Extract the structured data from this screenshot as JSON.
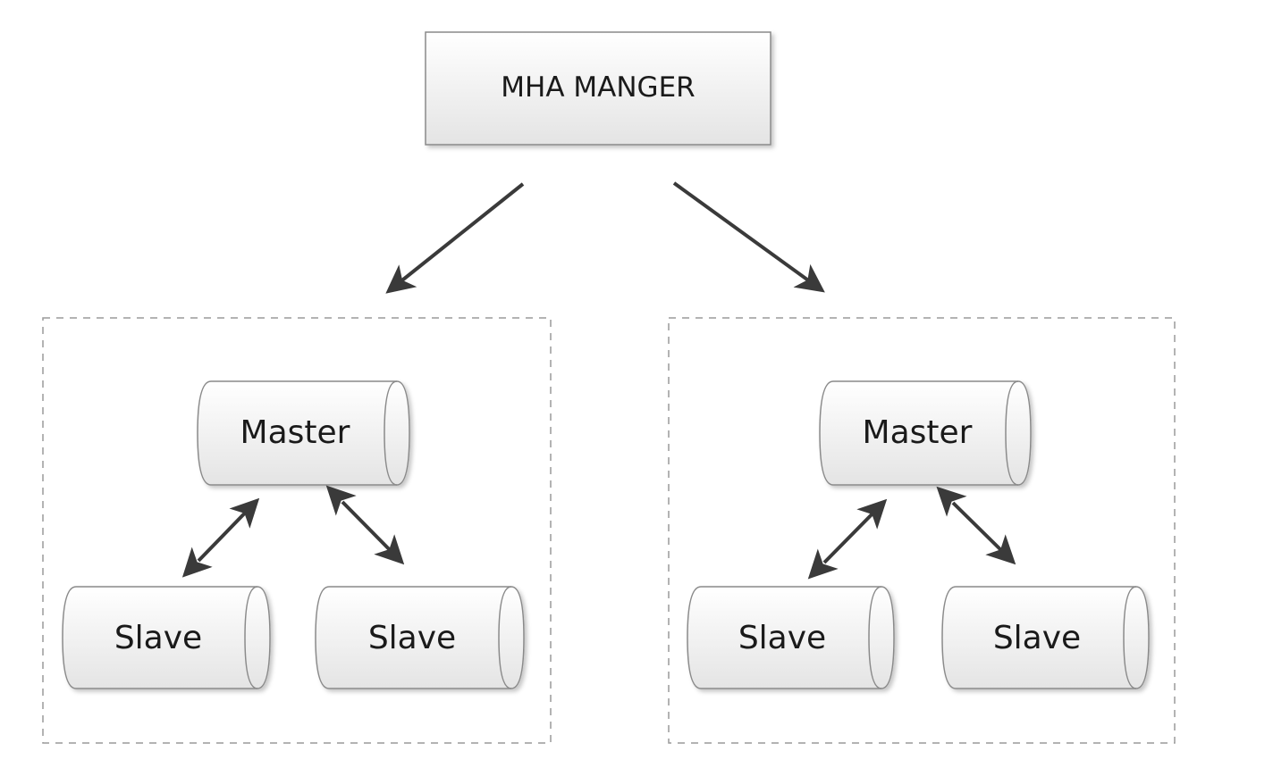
{
  "manager": {
    "label": "MHA MANGER"
  },
  "groups": [
    {
      "master": {
        "label": "Master"
      },
      "slaves": [
        {
          "label": "Slave"
        },
        {
          "label": "Slave"
        }
      ]
    },
    {
      "master": {
        "label": "Master"
      },
      "slaves": [
        {
          "label": "Slave"
        },
        {
          "label": "Slave"
        }
      ]
    }
  ],
  "colors": {
    "node_fill_top": "#ffffff",
    "node_fill_bottom": "#e6e6e6",
    "node_stroke": "#8a8a8a",
    "arrow": "#3a3a3a",
    "group_border": "#9a9a9a"
  }
}
